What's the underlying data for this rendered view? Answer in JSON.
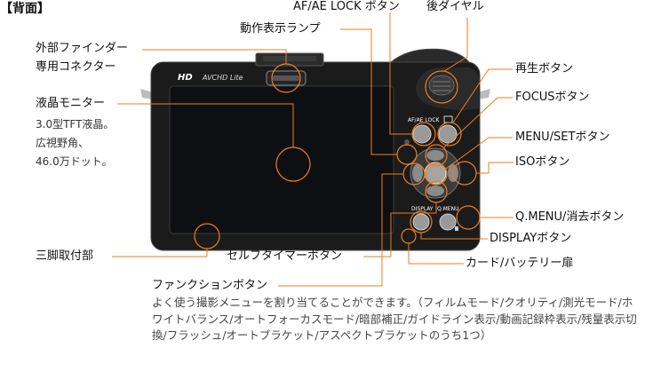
{
  "section_title": "【背面】",
  "camera_text": {
    "hd": "HD",
    "avchd": "AVCHD Lite",
    "af_ae_lock": "AF/AE LOCK",
    "display": "DISPLAY",
    "q_menu": "Q.MENU"
  },
  "labels": {
    "af_ae_lock_button": "AF/AE LOCK ボタン",
    "rear_dial": "後ダイヤル",
    "operation_lamp": "動作表示ランプ",
    "external_finder_line1": "外部ファインダー",
    "external_finder_line2": "専用コネクター",
    "playback_button": "再生ボタン",
    "lcd_monitor": "液晶モニター",
    "lcd_note_1": "3.0型TFT液晶。",
    "lcd_note_2": "広視野角、",
    "lcd_note_3": "46.0万ドット。",
    "focus_button": "FOCUSボタン",
    "menu_set_button": "MENU/SETボタン",
    "iso_button": "ISOボタン",
    "qmenu_delete_button": "Q.MENU/消去ボタン",
    "display_button": "DISPLAYボタン",
    "tripod_mount": "三脚取付部",
    "self_timer_button": "セルフタイマーボタン",
    "card_battery_door": "カード/バッテリー扉",
    "function_button": "ファンクションボタン"
  },
  "function_description": "よく使う撮影メニューを割り当てることができます。（フィルムモード/クオリティ/測光モード/ホワイトバランス/オートフォーカスモード/暗部補正/ガイドライン表示/動画記録枠表示/残量表示切換/フラッシュ/オートブラケット/アスペクトブラケットのうち1つ）",
  "colors": {
    "callout": "#f07d1e",
    "camera_body": "#1b1b1b",
    "screen": "#0e0f12",
    "button": "#8a8a8a"
  }
}
